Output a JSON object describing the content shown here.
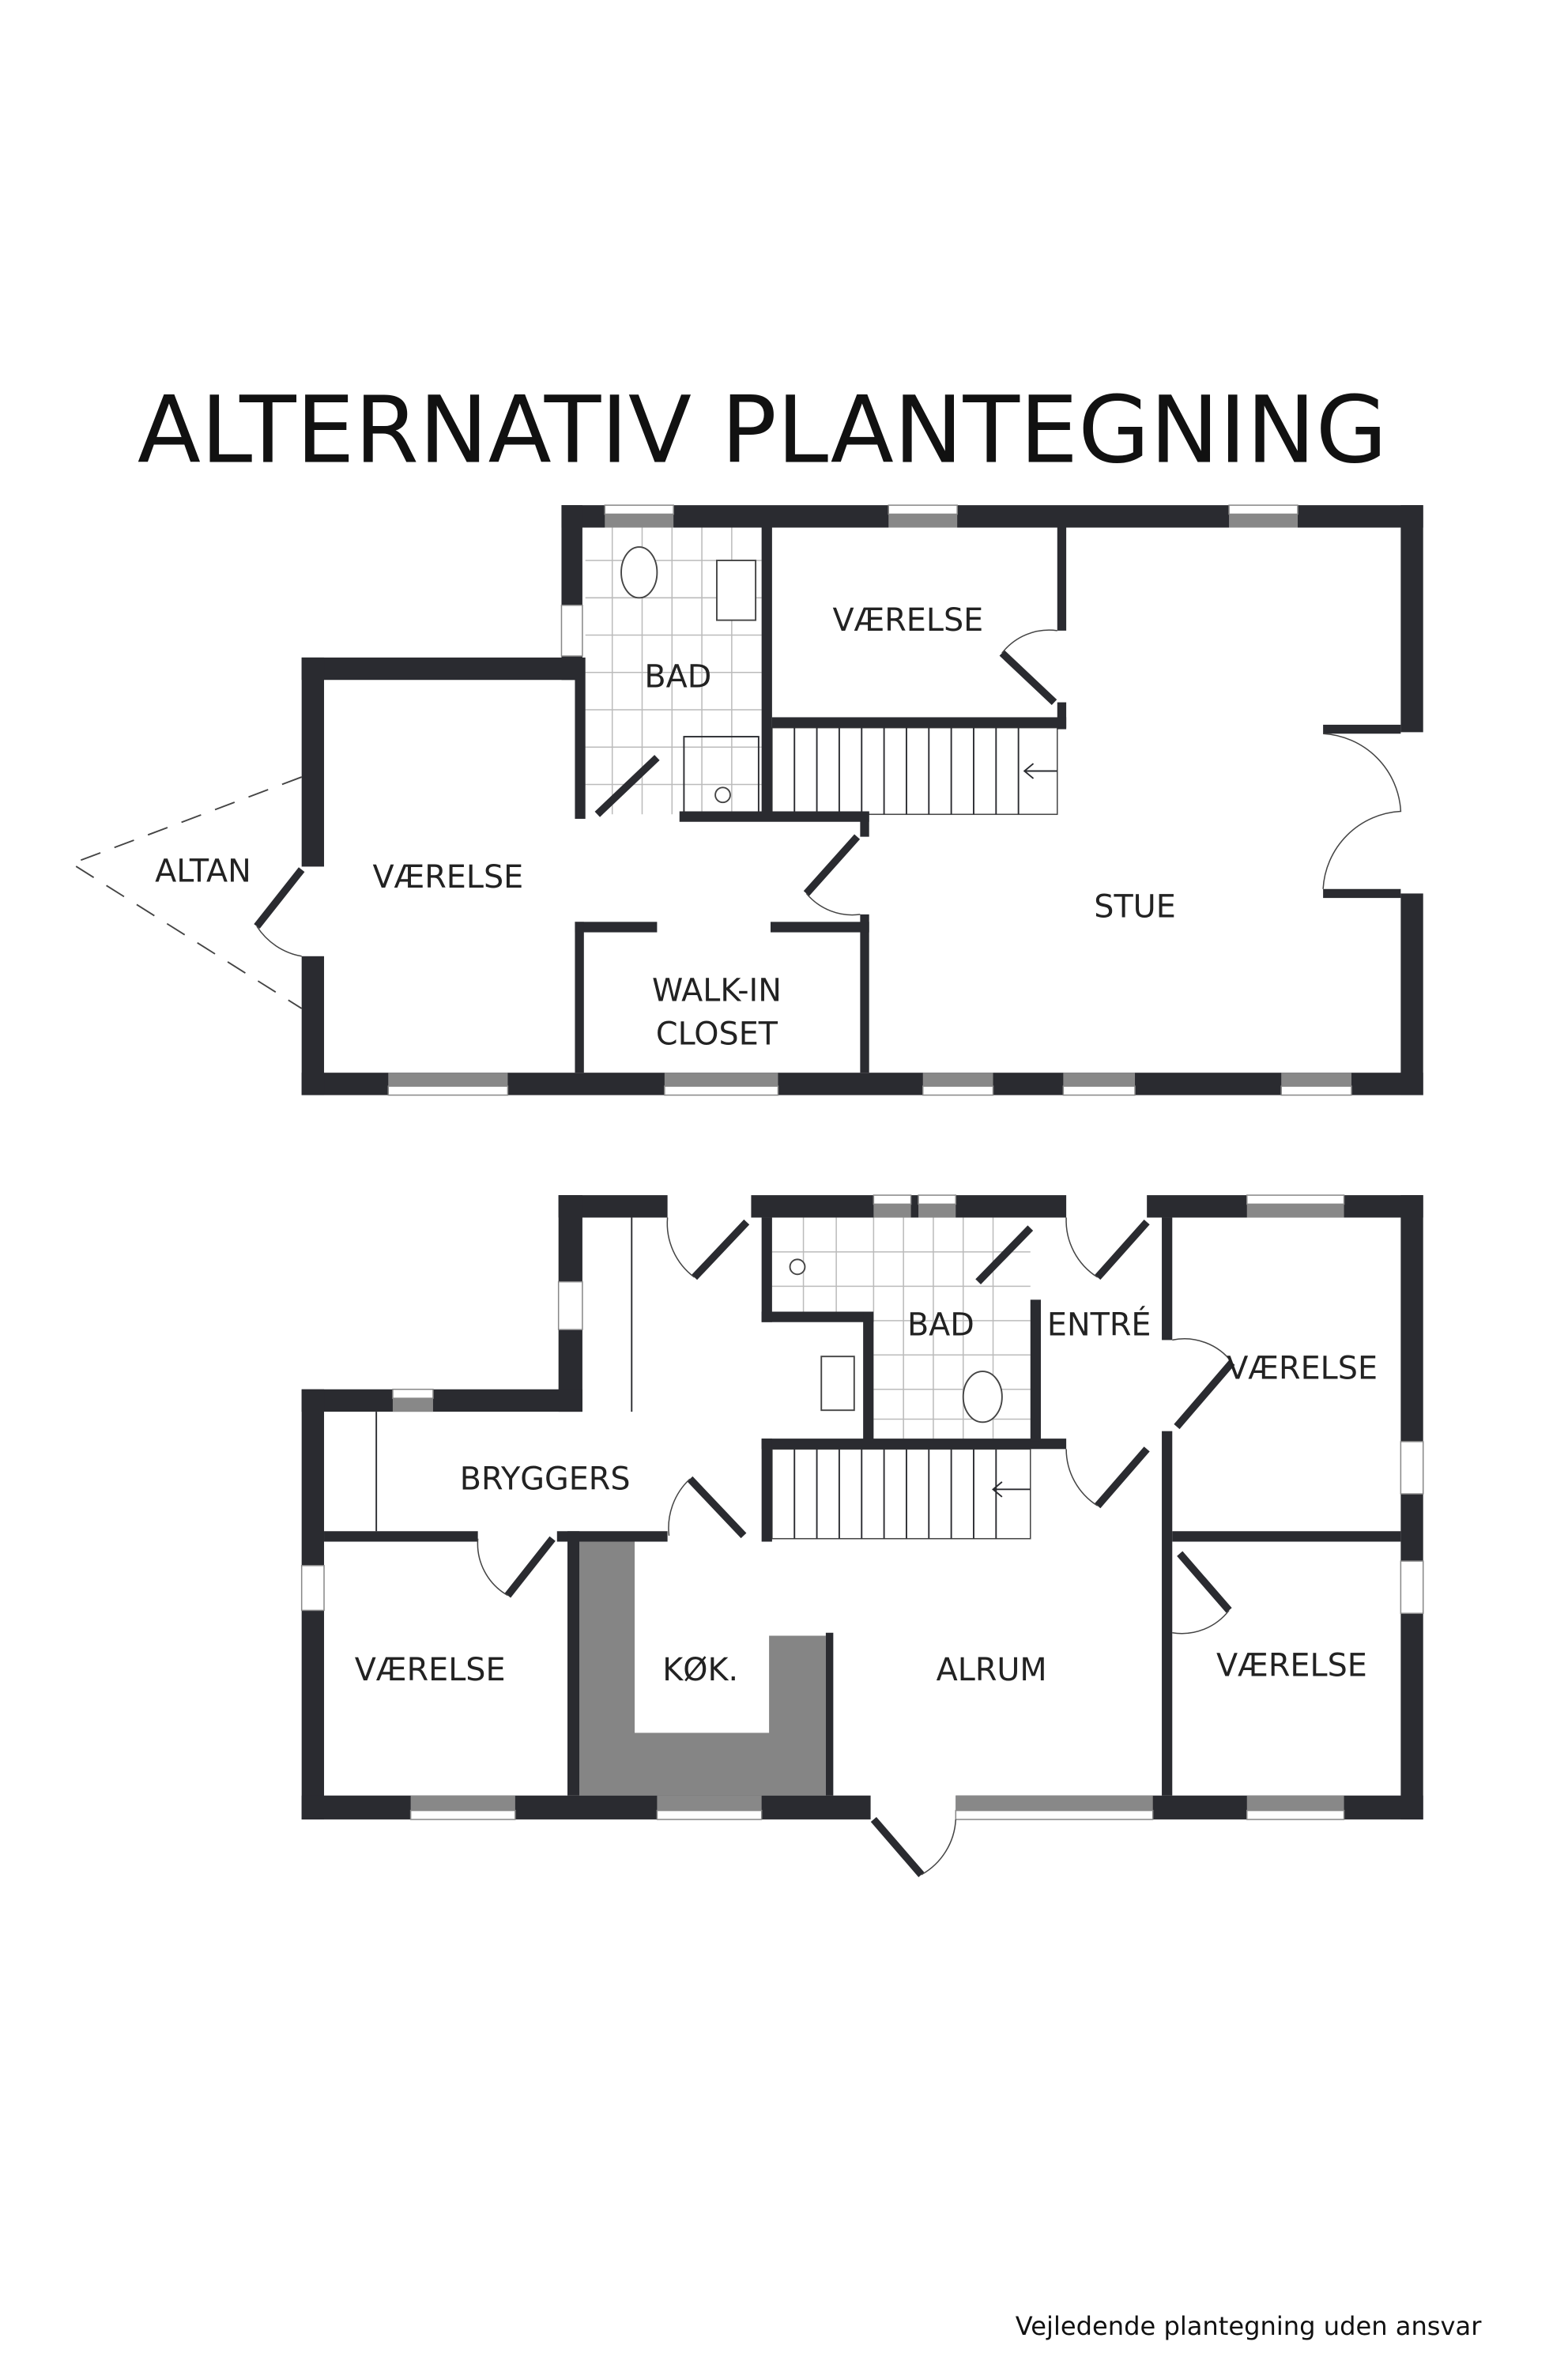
{
  "title": "ALTERNATIV PLANTEGNING",
  "footer": "Vejledende plantegning uden ansvar",
  "upper_floor": {
    "rooms": {
      "bad": "BAD",
      "vaerelse_top": "VÆRELSE",
      "vaerelse_left": "VÆRELSE",
      "altan": "ALTAN",
      "walk_in_1": "WALK-IN",
      "walk_in_2": "CLOSET",
      "stue": "STUE"
    }
  },
  "ground_floor": {
    "rooms": {
      "bryggers": "BRYGGERS",
      "bad": "BAD",
      "entre": "ENTRÉ",
      "vaerelse_right_top": "VÆRELSE",
      "vaerelse_right_bottom": "VÆRELSE",
      "vaerelse_left": "VÆRELSE",
      "kokken": "KØK.",
      "alrum": "ALRUM"
    }
  }
}
